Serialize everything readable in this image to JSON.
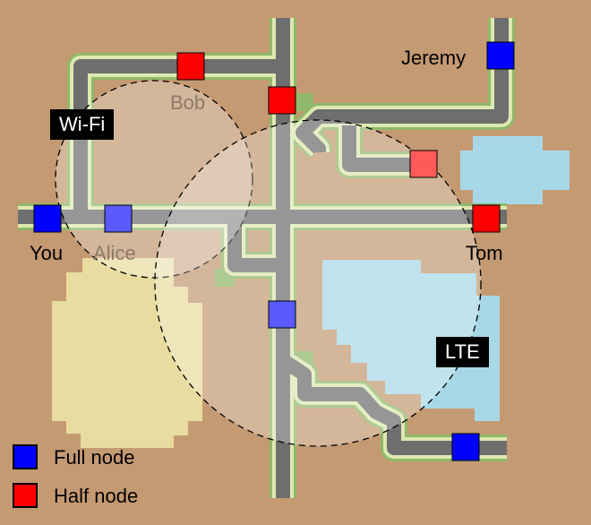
{
  "labels": {
    "jeremy": "Jeremy",
    "bob": "Bob",
    "you": "You",
    "alice": "Alice",
    "tom": "Tom"
  },
  "badges": {
    "wifi": "Wi-Fi",
    "lte": "LTE"
  },
  "legend": {
    "full": "Full node",
    "half": "Half node"
  },
  "colors": {
    "ground": "#c49a73",
    "full_node": "#0000ff",
    "half_node": "#ff0000",
    "water": "#a8d8e8",
    "sand": "#e8dca0",
    "road": "#6e6e6e",
    "road_edge": "#dde8b0",
    "grass": "#8fb86a"
  }
}
